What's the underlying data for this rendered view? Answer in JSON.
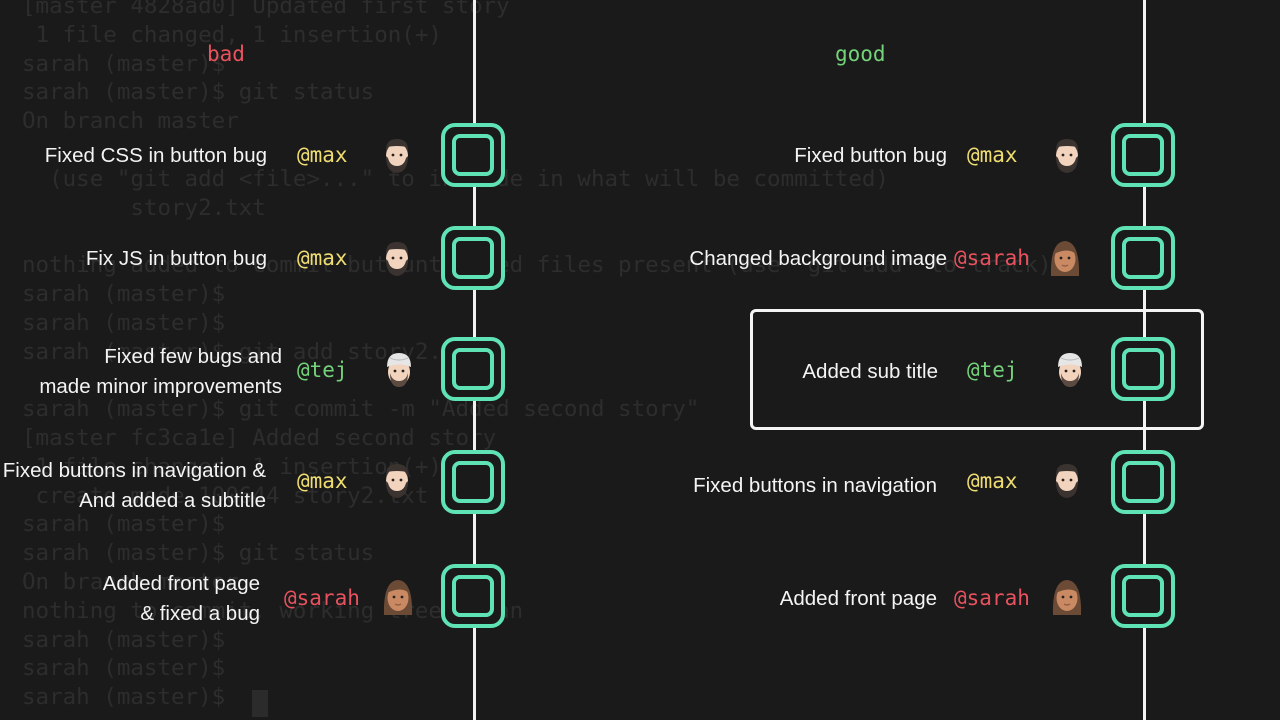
{
  "terminal": {
    "lines": [
      "[master 4828ad0] Updated first story",
      " 1 file changed, 1 insertion(+)",
      "sarah (master)$",
      "sarah (master)$ git status",
      "On branch master",
      "",
      "  (use \"git add <file>...\" to include in what will be committed)",
      "        story2.txt",
      "",
      "nothing added to commit but untracked files present (use \"git add\" to track)",
      "sarah (master)$",
      "sarah (master)$",
      "sarah (master)$ git add story2.txt",
      "",
      "sarah (master)$ git commit -m \"Added second story\"",
      "[master fc3ca1e] Added second story",
      " 1 file changed, 1 insertion(+)",
      " create mode 100644 story2.txt",
      "sarah (master)$",
      "sarah (master)$ git status",
      "On branch master",
      "nothing to commit, working tree clean",
      "sarah (master)$",
      "sarah (master)$",
      "sarah (master)$"
    ]
  },
  "bad": {
    "heading": "bad",
    "heading_color": "#e8525e",
    "commits": [
      {
        "lines": [
          "Fixed CSS in button bug"
        ],
        "author": "@max",
        "avatar": "man-beard-avatar"
      },
      {
        "lines": [
          "Fix JS in button bug"
        ],
        "author": "@max",
        "avatar": "man-beard-avatar"
      },
      {
        "lines": [
          "Fixed few bugs and",
          "made minor improvements"
        ],
        "author": "@tej",
        "avatar": "man-turban-avatar"
      },
      {
        "lines": [
          "Fixed buttons in navigation &",
          "And added a subtitle"
        ],
        "author": "@max",
        "avatar": "man-beard-avatar"
      },
      {
        "lines": [
          "Added front page",
          "& fixed a bug"
        ],
        "author": "@sarah",
        "avatar": "woman-avatar"
      }
    ]
  },
  "good": {
    "heading": "good",
    "heading_color": "#74d37a",
    "commits": [
      {
        "lines": [
          "Fixed button bug"
        ],
        "author": "@max",
        "avatar": "man-beard-avatar"
      },
      {
        "lines": [
          "Changed background image"
        ],
        "author": "@sarah",
        "avatar": "woman-avatar"
      },
      {
        "lines": [
          "Added sub title"
        ],
        "author": "@tej",
        "avatar": "man-turban-avatar",
        "highlighted": true
      },
      {
        "lines": [
          "Fixed buttons in navigation"
        ],
        "author": "@max",
        "avatar": "man-beard-avatar"
      },
      {
        "lines": [
          "Added front page"
        ],
        "author": "@sarah",
        "avatar": "woman-avatar"
      }
    ]
  },
  "colors": {
    "commit_node": "#5fe3b5",
    "branch_line": "#f2f2f2",
    "author_max": "#f0dd72",
    "author_tej": "#74d37a",
    "author_sarah": "#e8525e"
  }
}
